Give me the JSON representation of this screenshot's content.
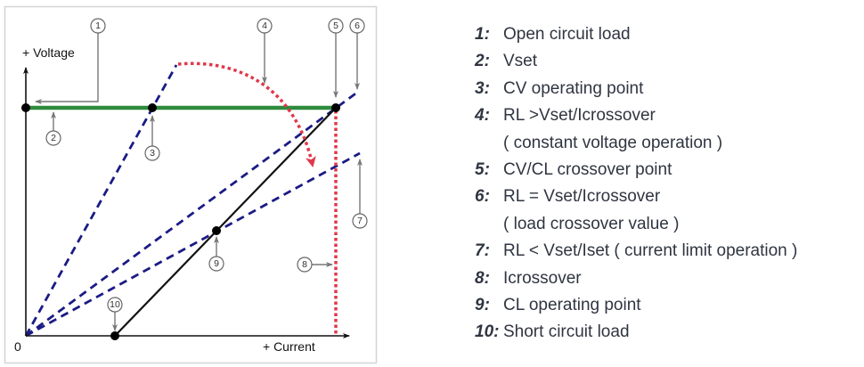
{
  "diagram": {
    "axes": {
      "y_label": "+ Voltage",
      "x_label": "+ Current",
      "origin_label": "0"
    },
    "callouts": [
      "1",
      "2",
      "3",
      "4",
      "5",
      "6",
      "7",
      "8",
      "9",
      "10"
    ],
    "colors": {
      "vset_line": "#2e8b3e",
      "load_lines": "#1b1b85",
      "icrossover_line": "#e0384a",
      "operating_line": "#111111"
    }
  },
  "legend": {
    "rows": [
      {
        "num": "1:",
        "text": "Open circuit load"
      },
      {
        "num": "2:",
        "text": "Vset"
      },
      {
        "num": "3:",
        "text": "CV operating  point"
      },
      {
        "num": "4:",
        "text": "RL >Vset/Icrossover"
      },
      {
        "num": "",
        "text": "( constant voltage operation )"
      },
      {
        "num": "5:",
        "text": "CV/CL crossover point"
      },
      {
        "num": "6:",
        "text": "RL = Vset/Icrossover"
      },
      {
        "num": "",
        "text": "( load crossover value )"
      },
      {
        "num": "7:",
        "text": "RL < Vset/Iset ( current limit operation )"
      },
      {
        "num": "8:",
        "text": "Icrossover"
      },
      {
        "num": "9:",
        "text": "CL operating point"
      },
      {
        "num": "10:",
        "text": "Short circuit load"
      }
    ]
  }
}
